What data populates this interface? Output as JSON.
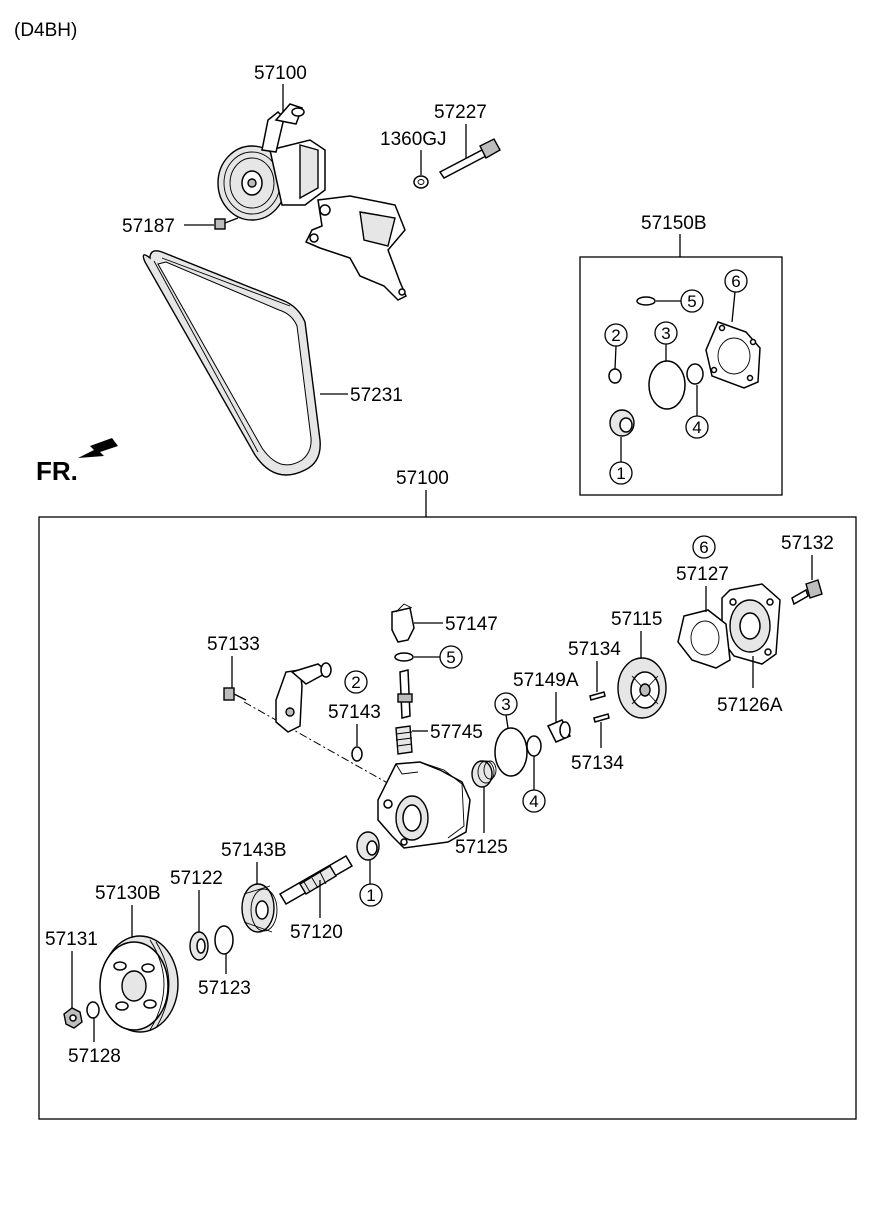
{
  "engine_code": "(D4BH)",
  "front_label": "FR.",
  "upper": {
    "pump_assy": "57100",
    "bolt": "57227",
    "washer": "1360GJ",
    "pulley_bolt": "57187",
    "belt": "57231"
  },
  "kit": {
    "title": "57150B",
    "items": [
      "1",
      "2",
      "3",
      "4",
      "5",
      "6"
    ]
  },
  "lower": {
    "title": "57100",
    "parts": {
      "57132": "57132",
      "57127": "57127",
      "57126A": "57126A",
      "57115": "57115",
      "57147": "57147",
      "57133": "57133",
      "57134_upper": "57134",
      "57149A": "57149A",
      "57134_lower": "57134",
      "57143": "57143",
      "57745": "57745",
      "57125": "57125",
      "57143B": "57143B",
      "57130B": "57130B",
      "57122": "57122",
      "57120": "57120",
      "57131": "57131",
      "57123": "57123",
      "57128": "57128"
    },
    "callouts": {
      "c6": "6",
      "c5": "5",
      "c2": "2",
      "c3": "3",
      "c4": "4",
      "c1": "1"
    }
  }
}
